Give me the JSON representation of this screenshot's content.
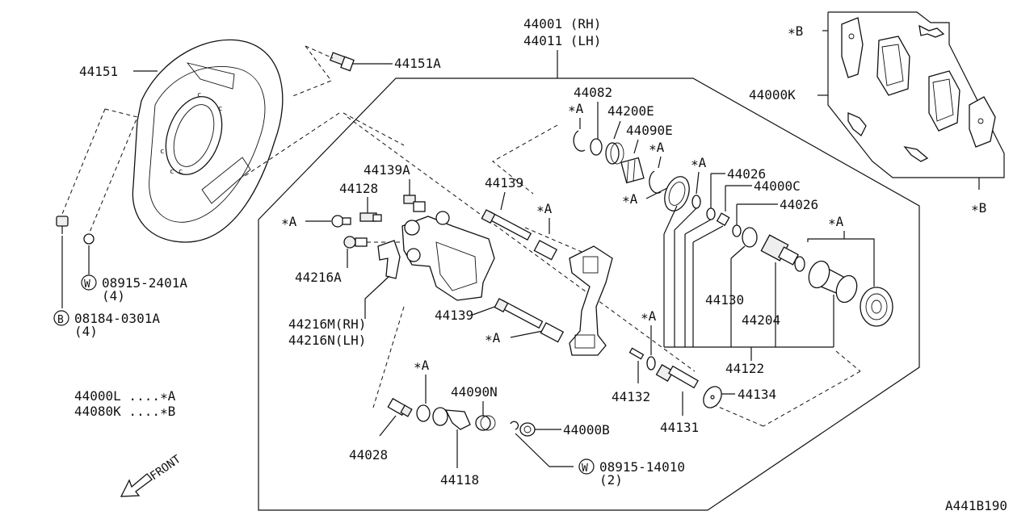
{
  "caliper": {
    "rh": "44001 (RH)",
    "lh": "44011 (LH)"
  },
  "labels": {
    "plate": "44151",
    "plate_bolt": "44151A",
    "bolt_a": "44139A",
    "bleeder": "44128",
    "pin_upper": "44139",
    "pin_lower": "44139",
    "bracket_a": "44216A",
    "bracket_rh": "44216M(RH)",
    "bracket_lh": "44216N(LH)",
    "boot": "44082",
    "spring_e": "44200E",
    "spring_e2": "44090E",
    "seal1": "44026",
    "kit_c": "44000C",
    "seal2": "44026",
    "pad_kit": "44000K",
    "piston_part": "44130",
    "adjuster": "44204",
    "assembly": "44122",
    "pin_small": "44132",
    "screw": "44131",
    "washer": "44134",
    "sleeve": "44028",
    "lever": "44118",
    "spring_n": "44090N",
    "nut_b": "44000B"
  },
  "star": {
    "a": "∗A",
    "b": "∗B"
  },
  "washer_w": {
    "symbol": "W",
    "part": "08915-2401A",
    "qty": "(4)"
  },
  "bolt_b": {
    "symbol": "B",
    "part": "08184-0301A",
    "qty": "(4)"
  },
  "washer_w2": {
    "symbol": "W",
    "part": "08915-14010",
    "qty": "(2)"
  },
  "legend": {
    "line1": "44000L ....∗A",
    "line2": "44080K ....∗B"
  },
  "front": "FRONT",
  "diagram_code": "A441B190"
}
